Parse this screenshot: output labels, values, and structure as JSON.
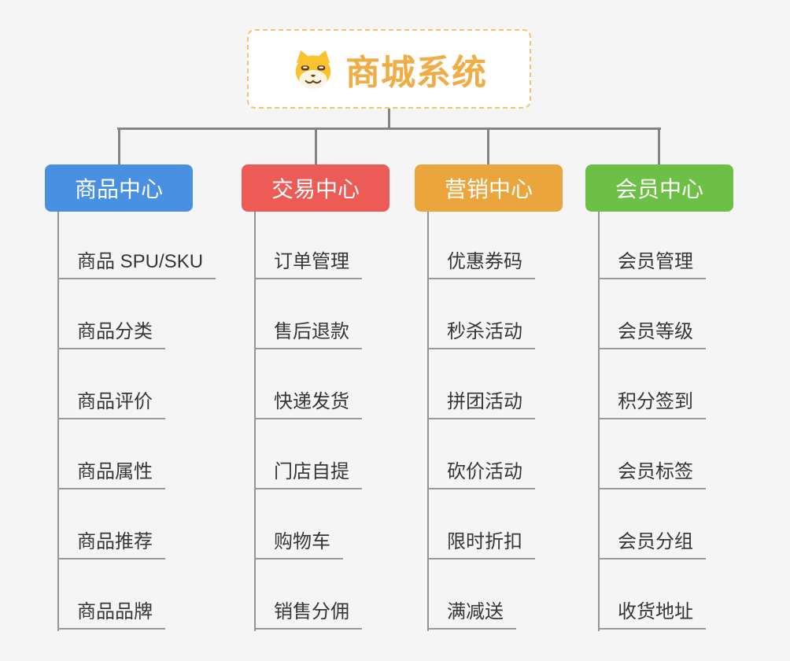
{
  "root": {
    "title": "商城系统",
    "icon": "shiba-dog-icon",
    "border_color": "#f6c36f",
    "title_color": "#f1ad45"
  },
  "connector_color": "#848484",
  "branches": [
    {
      "label": "商品中心",
      "color": "#4a90e2",
      "items": [
        "商品 SPU/SKU",
        "商品分类",
        "商品评价",
        "商品属性",
        "商品推荐",
        "商品品牌"
      ]
    },
    {
      "label": "交易中心",
      "color": "#ec5b56",
      "items": [
        "订单管理",
        "售后退款",
        "快递发货",
        "门店自提",
        "购物车",
        "销售分佣"
      ]
    },
    {
      "label": "营销中心",
      "color": "#eaa63c",
      "items": [
        "优惠券码",
        "秒杀活动",
        "拼团活动",
        "砍价活动",
        "限时折扣",
        "满减送"
      ]
    },
    {
      "label": "会员中心",
      "color": "#6cc046",
      "items": [
        "会员管理",
        "会员等级",
        "积分签到",
        "会员标签",
        "会员分组",
        "收货地址"
      ]
    }
  ]
}
